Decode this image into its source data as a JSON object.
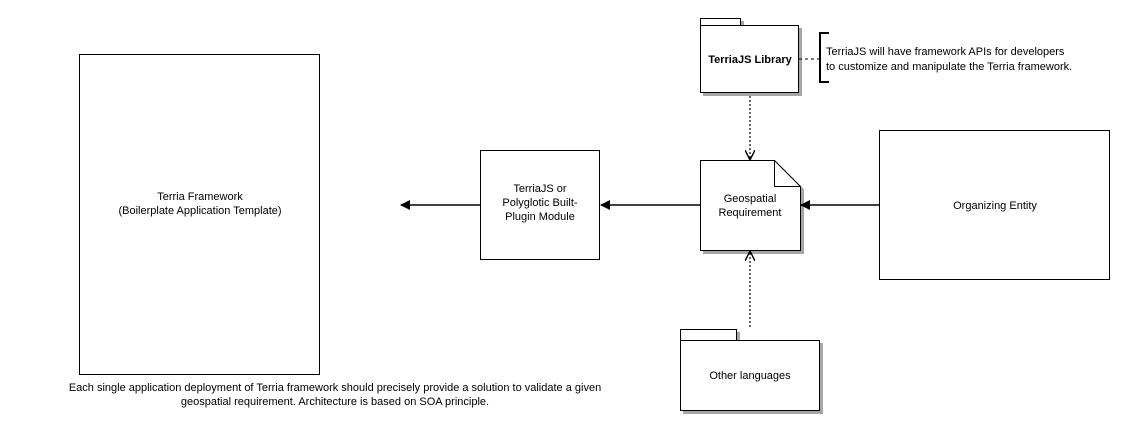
{
  "diagram": {
    "framework": {
      "line1": "Terria Framework",
      "line2": "(Boilerplate Application Template)"
    },
    "plugin": {
      "line1": "TerriaJS or",
      "line2": "Polyglotic Built-",
      "line3": "Plugin Module"
    },
    "geo": {
      "line1": "Geospatial",
      "line2": "Requirement"
    },
    "entity": {
      "label": "Organizing Entity"
    },
    "library": {
      "label": "TerriaJS Library"
    },
    "other": {
      "label": "Other languages"
    },
    "note": {
      "line1": "TerriaJS will have framework APIs for developers",
      "line2": "to customize and manipulate the Terria framework."
    },
    "caption": {
      "line1": "Each single application deployment of Terria framework should precisely provide a solution to validate a given",
      "line2": "geospatial requirement. Architecture is based on SOA principle."
    }
  }
}
